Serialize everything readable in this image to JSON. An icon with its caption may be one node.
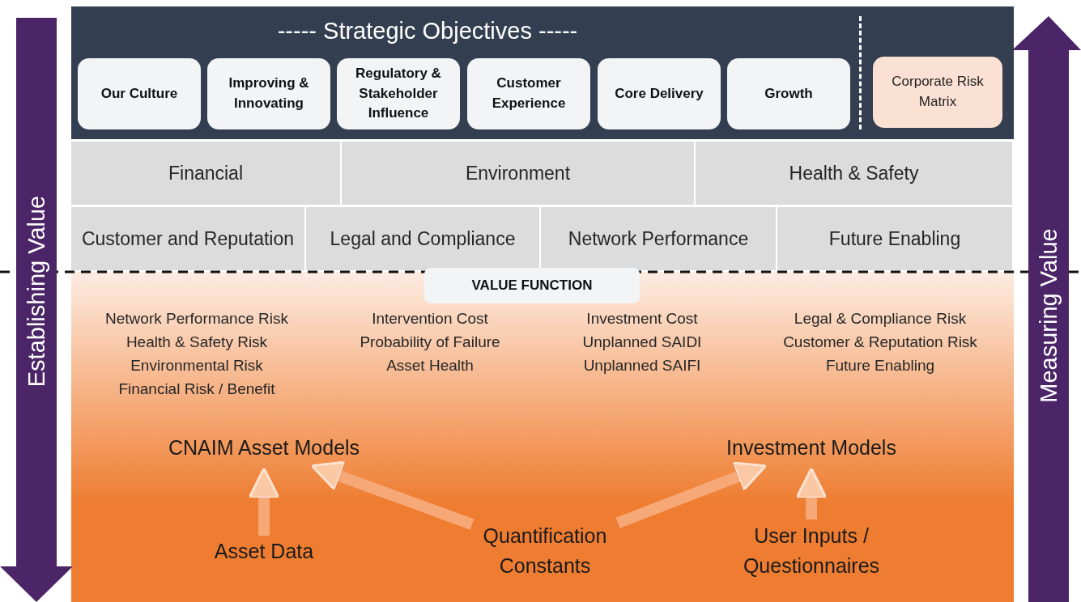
{
  "diagram": {
    "nodes": [
      {
        "text": [
          "----- Strategic Objectives -----"
        ]
      },
      {
        "text": [
          "Our Culture"
        ],
        "in": 0
      },
      {
        "text": [
          "Improving & Innovating"
        ],
        "in": 0
      },
      {
        "text": [
          "Regulatory & Stakeholder Influence"
        ],
        "in": 0
      },
      {
        "text": [
          "Customer Experience"
        ],
        "in": 0
      },
      {
        "text": [
          "Core Delivery"
        ],
        "in": 0
      },
      {
        "text": [
          "Growth"
        ],
        "in": 0
      },
      {
        "text": [
          "Corporate Risk Matrix"
        ],
        "in": 0
      },
      {
        "text": [
          "Financial"
        ]
      },
      {
        "text": [
          "Environment"
        ]
      },
      {
        "text": [
          "Health & Safety"
        ]
      },
      {
        "text": [
          "Customer and Reputation"
        ]
      },
      {
        "text": [
          "Legal and Compliance"
        ]
      },
      {
        "text": [
          "Network Performance"
        ]
      },
      {
        "text": [
          "Future Enabling"
        ]
      },
      {
        "text": [
          "VALUE FUNCTION"
        ]
      },
      {
        "text": [
          "CNAIM Asset Models"
        ]
      },
      {
        "text": [
          "Investment Models"
        ]
      },
      {
        "text": [
          "Asset Data"
        ]
      },
      {
        "text": [
          "Quantification Constants"
        ]
      },
      {
        "text": [
          "User Inputs / Questionnaires"
        ]
      }
    ],
    "edges": [
      {
        "from": 18,
        "to": 16,
        "arrow": "to"
      },
      {
        "from": 19,
        "to": 16,
        "arrow": "to"
      },
      {
        "from": 19,
        "to": 17,
        "arrow": "to"
      },
      {
        "from": 20,
        "to": 17,
        "arrow": "to"
      }
    ],
    "labels": [
      "Establishing Value",
      "Measuring Value",
      "Network Performance Risk",
      "Health & Safety Risk",
      "Environmental Risk",
      "Financial Risk / Benefit",
      "Intervention Cost",
      "Probability of Failure",
      "Asset Health",
      "Investment Cost",
      "Unplanned SAIDI",
      "Unplanned SAIFI",
      "Legal & Compliance Risk",
      "Customer & Reputation Risk",
      "Future Enabling"
    ]
  }
}
